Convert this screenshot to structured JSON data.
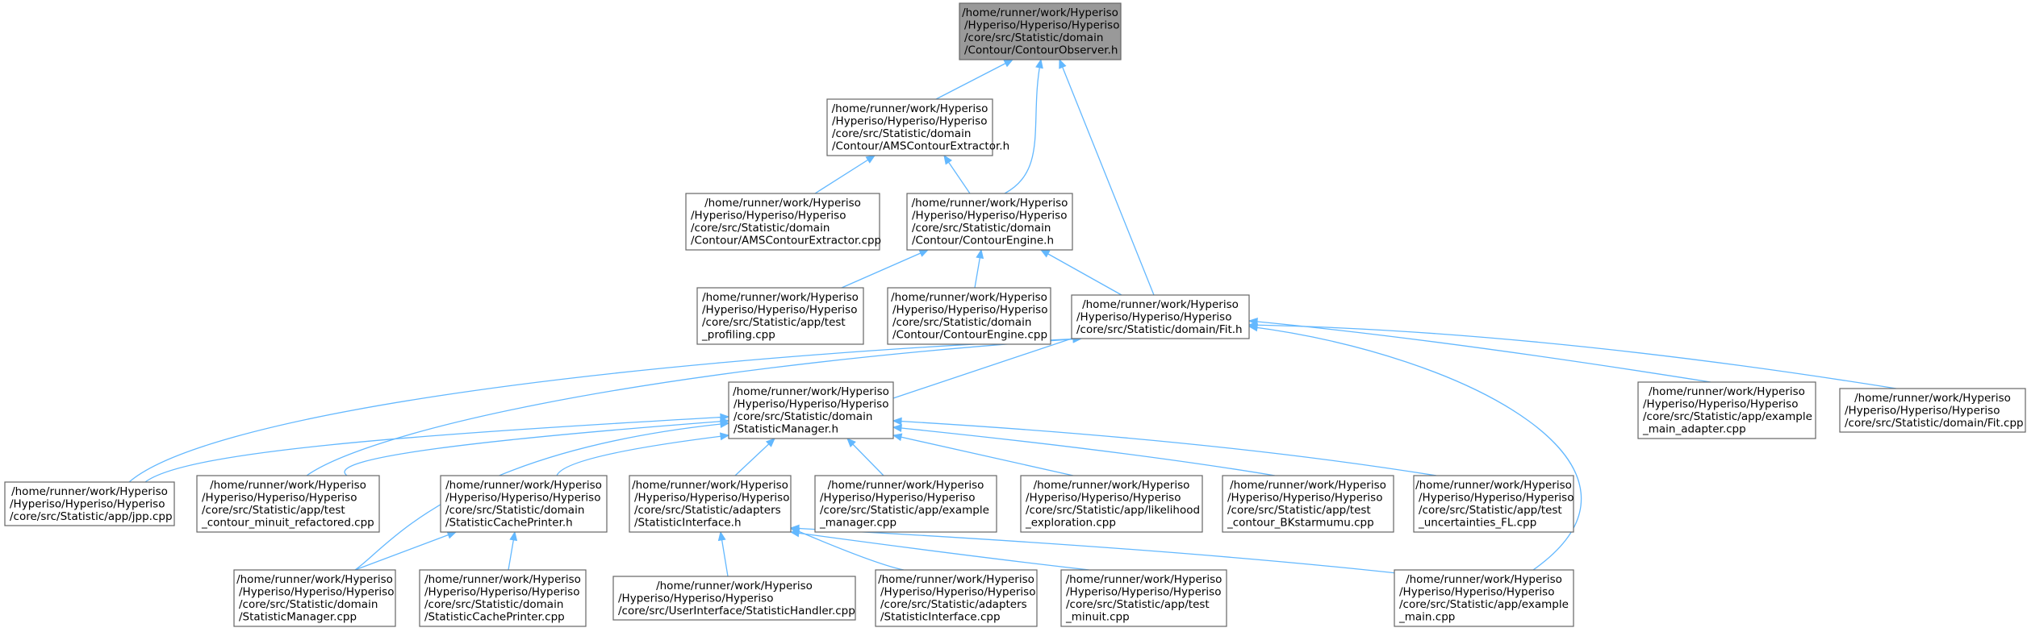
{
  "nodes": [
    {
      "id": "contour_observer_h",
      "root": true,
      "lines": [
        "/home/runner/work/Hyperiso",
        "/Hyperiso/Hyperiso/Hyperiso",
        "/core/src/Statistic/domain",
        "/Contour/ContourObserver.h"
      ]
    },
    {
      "id": "ams_contour_extractor_h",
      "lines": [
        "/home/runner/work/Hyperiso",
        "/Hyperiso/Hyperiso/Hyperiso",
        "/core/src/Statistic/domain",
        "/Contour/AMSContourExtractor.h"
      ]
    },
    {
      "id": "ams_contour_extractor_cpp",
      "lines": [
        "/home/runner/work/Hyperiso",
        "/Hyperiso/Hyperiso/Hyperiso",
        "/core/src/Statistic/domain",
        "/Contour/AMSContourExtractor.cpp"
      ]
    },
    {
      "id": "contour_engine_h",
      "lines": [
        "/home/runner/work/Hyperiso",
        "/Hyperiso/Hyperiso/Hyperiso",
        "/core/src/Statistic/domain",
        "/Contour/ContourEngine.h"
      ]
    },
    {
      "id": "test_profiling_cpp",
      "lines": [
        "/home/runner/work/Hyperiso",
        "/Hyperiso/Hyperiso/Hyperiso",
        "/core/src/Statistic/app/test",
        "_profiling.cpp"
      ]
    },
    {
      "id": "contour_engine_cpp",
      "lines": [
        "/home/runner/work/Hyperiso",
        "/Hyperiso/Hyperiso/Hyperiso",
        "/core/src/Statistic/domain",
        "/Contour/ContourEngine.cpp"
      ]
    },
    {
      "id": "fit_h",
      "lines": [
        "/home/runner/work/Hyperiso",
        "/Hyperiso/Hyperiso/Hyperiso",
        "/core/src/Statistic/domain/Fit.h"
      ]
    },
    {
      "id": "statistic_manager_h",
      "lines": [
        "/home/runner/work/Hyperiso",
        "/Hyperiso/Hyperiso/Hyperiso",
        "/core/src/Statistic/domain",
        "/StatisticManager.h"
      ]
    },
    {
      "id": "example_main_adapter_cpp",
      "lines": [
        "/home/runner/work/Hyperiso",
        "/Hyperiso/Hyperiso/Hyperiso",
        "/core/src/Statistic/app/example",
        "_main_adapter.cpp"
      ]
    },
    {
      "id": "fit_cpp",
      "lines": [
        "/home/runner/work/Hyperiso",
        "/Hyperiso/Hyperiso/Hyperiso",
        "/core/src/Statistic/domain/Fit.cpp"
      ]
    },
    {
      "id": "jpp_cpp",
      "lines": [
        "/home/runner/work/Hyperiso",
        "/Hyperiso/Hyperiso/Hyperiso",
        "/core/src/Statistic/app/jpp.cpp"
      ]
    },
    {
      "id": "test_contour_minuit_refactored_cpp",
      "lines": [
        "/home/runner/work/Hyperiso",
        "/Hyperiso/Hyperiso/Hyperiso",
        "/core/src/Statistic/app/test",
        "_contour_minuit_refactored.cpp"
      ]
    },
    {
      "id": "statistic_cache_printer_h",
      "lines": [
        "/home/runner/work/Hyperiso",
        "/Hyperiso/Hyperiso/Hyperiso",
        "/core/src/Statistic/domain",
        "/StatisticCachePrinter.h"
      ]
    },
    {
      "id": "statistic_interface_h",
      "lines": [
        "/home/runner/work/Hyperiso",
        "/Hyperiso/Hyperiso/Hyperiso",
        "/core/src/Statistic/adapters",
        "/StatisticInterface.h"
      ]
    },
    {
      "id": "example_manager_cpp",
      "lines": [
        "/home/runner/work/Hyperiso",
        "/Hyperiso/Hyperiso/Hyperiso",
        "/core/src/Statistic/app/example",
        "_manager.cpp"
      ]
    },
    {
      "id": "likelihood_exploration_cpp",
      "lines": [
        "/home/runner/work/Hyperiso",
        "/Hyperiso/Hyperiso/Hyperiso",
        "/core/src/Statistic/app/likelihood",
        "_exploration.cpp"
      ]
    },
    {
      "id": "test_contour_bkstarmumu_cpp",
      "lines": [
        "/home/runner/work/Hyperiso",
        "/Hyperiso/Hyperiso/Hyperiso",
        "/core/src/Statistic/app/test",
        "_contour_BKstarmumu.cpp"
      ]
    },
    {
      "id": "test_uncertainties_fl_cpp",
      "lines": [
        "/home/runner/work/Hyperiso",
        "/Hyperiso/Hyperiso/Hyperiso",
        "/core/src/Statistic/app/test",
        "_uncertainties_FL.cpp"
      ]
    },
    {
      "id": "statistic_manager_cpp",
      "lines": [
        "/home/runner/work/Hyperiso",
        "/Hyperiso/Hyperiso/Hyperiso",
        "/core/src/Statistic/domain",
        "/StatisticManager.cpp"
      ]
    },
    {
      "id": "statistic_cache_printer_cpp",
      "lines": [
        "/home/runner/work/Hyperiso",
        "/Hyperiso/Hyperiso/Hyperiso",
        "/core/src/Statistic/domain",
        "/StatisticCachePrinter.cpp"
      ]
    },
    {
      "id": "statistic_handler_cpp",
      "lines": [
        "/home/runner/work/Hyperiso",
        "/Hyperiso/Hyperiso/Hyperiso",
        "/core/src/UserInterface/StatisticHandler.cpp"
      ]
    },
    {
      "id": "statistic_interface_cpp",
      "lines": [
        "/home/runner/work/Hyperiso",
        "/Hyperiso/Hyperiso/Hyperiso",
        "/core/src/Statistic/adapters",
        "/StatisticInterface.cpp"
      ]
    },
    {
      "id": "test_minuit_cpp",
      "lines": [
        "/home/runner/work/Hyperiso",
        "/Hyperiso/Hyperiso/Hyperiso",
        "/core/src/Statistic/app/test",
        "_minuit.cpp"
      ]
    },
    {
      "id": "example_main_cpp",
      "lines": [
        "/home/runner/work/Hyperiso",
        "/Hyperiso/Hyperiso/Hyperiso",
        "/core/src/Statistic/app/example",
        "_main.cpp"
      ]
    }
  ],
  "edges": [
    {
      "from": "contour_observer_h",
      "to": "ams_contour_extractor_h"
    },
    {
      "from": "contour_observer_h",
      "to": "contour_engine_h"
    },
    {
      "from": "contour_observer_h",
      "to": "fit_h"
    },
    {
      "from": "ams_contour_extractor_h",
      "to": "ams_contour_extractor_cpp"
    },
    {
      "from": "ams_contour_extractor_h",
      "to": "contour_engine_h"
    },
    {
      "from": "contour_engine_h",
      "to": "test_profiling_cpp"
    },
    {
      "from": "contour_engine_h",
      "to": "contour_engine_cpp"
    },
    {
      "from": "contour_engine_h",
      "to": "fit_h"
    },
    {
      "from": "fit_h",
      "to": "statistic_manager_h"
    },
    {
      "from": "fit_h",
      "to": "example_main_adapter_cpp"
    },
    {
      "from": "fit_h",
      "to": "fit_cpp"
    },
    {
      "from": "fit_h",
      "to": "jpp_cpp"
    },
    {
      "from": "fit_h",
      "to": "test_contour_minuit_refactored_cpp"
    },
    {
      "from": "fit_h",
      "to": "example_main_cpp"
    },
    {
      "from": "statistic_manager_h",
      "to": "jpp_cpp"
    },
    {
      "from": "statistic_manager_h",
      "to": "test_contour_minuit_refactored_cpp"
    },
    {
      "from": "statistic_manager_h",
      "to": "statistic_cache_printer_h"
    },
    {
      "from": "statistic_manager_h",
      "to": "statistic_interface_h"
    },
    {
      "from": "statistic_manager_h",
      "to": "example_manager_cpp"
    },
    {
      "from": "statistic_manager_h",
      "to": "likelihood_exploration_cpp"
    },
    {
      "from": "statistic_manager_h",
      "to": "test_contour_bkstarmumu_cpp"
    },
    {
      "from": "statistic_manager_h",
      "to": "test_uncertainties_fl_cpp"
    },
    {
      "from": "statistic_manager_h",
      "to": "statistic_manager_cpp"
    },
    {
      "from": "statistic_cache_printer_h",
      "to": "statistic_manager_cpp"
    },
    {
      "from": "statistic_cache_printer_h",
      "to": "statistic_cache_printer_cpp"
    },
    {
      "from": "statistic_interface_h",
      "to": "statistic_handler_cpp"
    },
    {
      "from": "statistic_interface_h",
      "to": "statistic_interface_cpp"
    },
    {
      "from": "statistic_interface_h",
      "to": "test_minuit_cpp"
    },
    {
      "from": "statistic_interface_h",
      "to": "example_main_cpp"
    }
  ],
  "colors": {
    "edge": "#63b8ff",
    "root_fill": "#999999",
    "node_fill": "#ffffff",
    "node_stroke": "#666666"
  }
}
